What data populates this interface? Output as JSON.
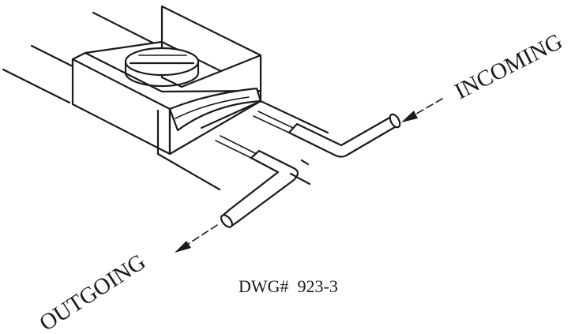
{
  "labels": {
    "incoming": "INCOMING",
    "outgoing": "OUTGOING",
    "drawing_number": "DWG#  923-3"
  },
  "colors": {
    "line": "#1a1a1a",
    "background": "#ffffff"
  }
}
